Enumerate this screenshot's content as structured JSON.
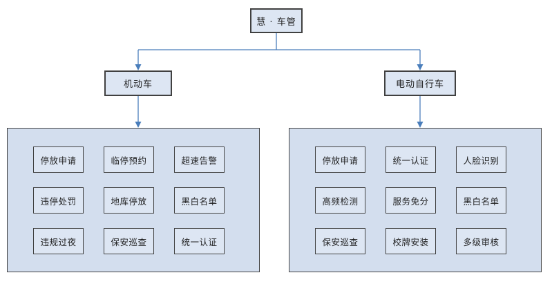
{
  "diagram": {
    "root": {
      "label": "慧 · 车管"
    },
    "branches": [
      {
        "label": "机动车",
        "items": [
          "停放申请",
          "临停预约",
          "超速告警",
          "违停处罚",
          "地库停放",
          "黑白名单",
          "违规过夜",
          "保安巡查",
          "统一认证"
        ]
      },
      {
        "label": "电动自行车",
        "items": [
          "停放申请",
          "统一认证",
          "人脸识别",
          "高频检测",
          "服务免分",
          "黑白名单",
          "保安巡查",
          "校牌安装",
          "多级审核"
        ]
      }
    ]
  },
  "colors": {
    "connector": "#4a7ebb",
    "container_fill": "#d3deee",
    "node_fill": "#dde6f3",
    "border": "#404040",
    "background": "#ffffff",
    "text": "#1f1f1f"
  }
}
